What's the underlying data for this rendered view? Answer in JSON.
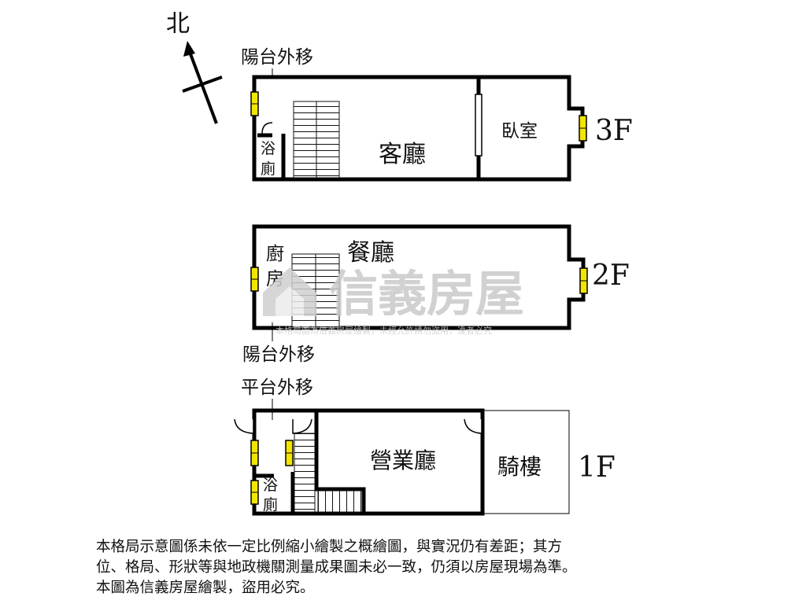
{
  "compass": {
    "label": "北"
  },
  "floor3": {
    "floor_label": "3F",
    "balcony_note": "陽台外移",
    "living_room": "客廳",
    "bedroom": "臥室",
    "bath_top": "浴",
    "bath_bottom": "廁"
  },
  "floor2": {
    "floor_label": "2F",
    "dining_room": "餐廳",
    "kitchen_top": "廚",
    "kitchen_bottom": "房",
    "balcony_note": "陽台外移"
  },
  "floor1": {
    "floor_label": "1F",
    "platform_note": "平台外移",
    "business_hall": "營業廳",
    "arcade": "騎樓",
    "bath_top": "浴",
    "bath_bottom": "廁"
  },
  "watermark": {
    "brand": "信義房屋",
    "notice": "本格局圖為信義房屋繪製，未經允許請勿盜用，違者必究"
  },
  "disclaimer": {
    "line1": "本格局示意圖係未依一定比例縮小繪製之概繪圖，與實況仍有差距；其方",
    "line2": "位、格局、形狀等與地政機關測量成果圖未必一致，仍須以房屋現場為準。",
    "line3": "本圖為信義房屋繪製，盜用必究。"
  },
  "colors": {
    "wall": "#000000",
    "window": "#f2e600",
    "watermark": "#c9c9c9"
  }
}
